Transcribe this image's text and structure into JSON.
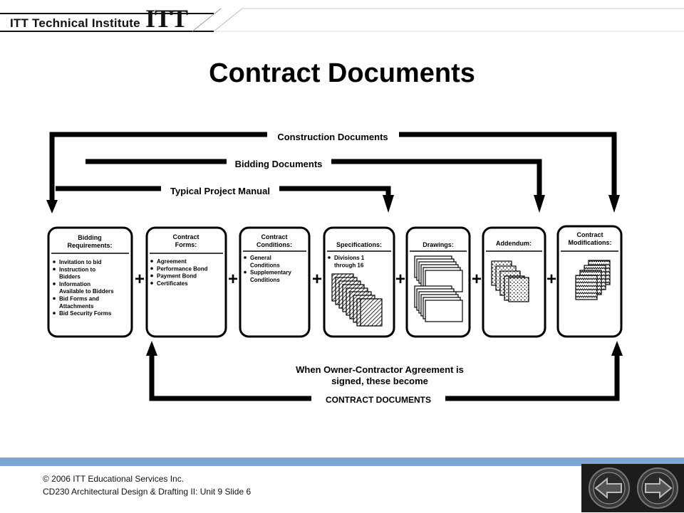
{
  "header": {
    "institute": "ITT Technical Institute",
    "logo": "ITT"
  },
  "slide": {
    "title": "Contract Documents"
  },
  "diagram": {
    "top_labels": {
      "construction": "Construction Documents",
      "bidding": "Bidding Documents",
      "manual": "Typical Project Manual"
    },
    "boxes": [
      {
        "title": [
          "Bidding",
          "Requirements:"
        ],
        "items": [
          "Invitation to bid",
          "Instruction to",
          "Bidders",
          "Information",
          "Available to Bidders",
          "Bid Forms and",
          "Attachments",
          "Bid Security Forms"
        ],
        "bullets": [
          true,
          true,
          false,
          true,
          false,
          true,
          false,
          true
        ]
      },
      {
        "title": [
          "Contract",
          "Forms:"
        ],
        "items": [
          "Agreement",
          "Performance Bond",
          "Payment Bond",
          "Certificates"
        ],
        "bullets": [
          true,
          true,
          true,
          true
        ]
      },
      {
        "title": [
          "Contract",
          "Conditions:"
        ],
        "items": [
          "General",
          "Conditions",
          "Supplementary",
          "Conditions"
        ],
        "bullets": [
          true,
          false,
          true,
          false
        ]
      },
      {
        "title": [
          "Specifications:"
        ],
        "items": [
          "Divisions 1",
          "through 16"
        ],
        "bullets": [
          true,
          false
        ]
      },
      {
        "title": [
          "Drawings:"
        ],
        "items": [],
        "bullets": []
      },
      {
        "title": [
          "Addendum:"
        ],
        "items": [],
        "bullets": []
      },
      {
        "title": [
          "Contract",
          "Modifications:"
        ],
        "items": [],
        "bullets": []
      }
    ],
    "plus": "+",
    "bottom_text": [
      "When Owner-Contractor Agreement is",
      "signed, these become"
    ],
    "bottom_label": "CONTRACT DOCUMENTS"
  },
  "footer": {
    "copyright": "© 2006 ITT  Educational Services Inc.",
    "course": "CD230 Architectural Design & Drafting II: Unit 9 Slide 6"
  },
  "nav": {
    "prev_icon": "left-arrow-icon",
    "next_icon": "right-arrow-icon"
  }
}
